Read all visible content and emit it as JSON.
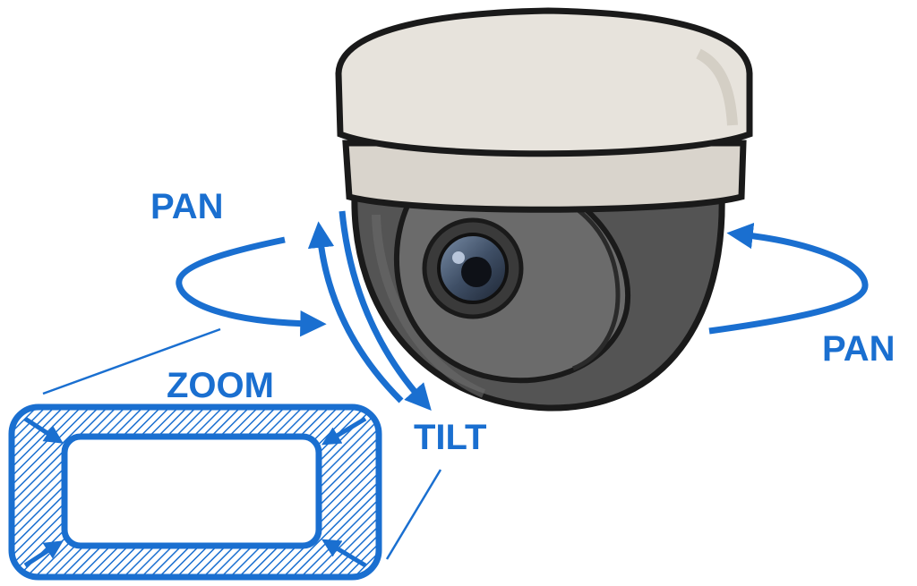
{
  "labels": {
    "pan_left": "PAN",
    "pan_right": "PAN",
    "tilt": "TILT",
    "zoom": "ZOOM"
  },
  "colors": {
    "accent": "#1a6fd0",
    "housing": "#e7e3dc",
    "dome": "#545454",
    "outline": "#1a1a1a"
  },
  "icons": {
    "camera": "dome-camera-icon",
    "pan": "rotate-arrow-icon",
    "tilt": "arc-arrow-icon",
    "zoom": "zoom-frame-icon"
  }
}
